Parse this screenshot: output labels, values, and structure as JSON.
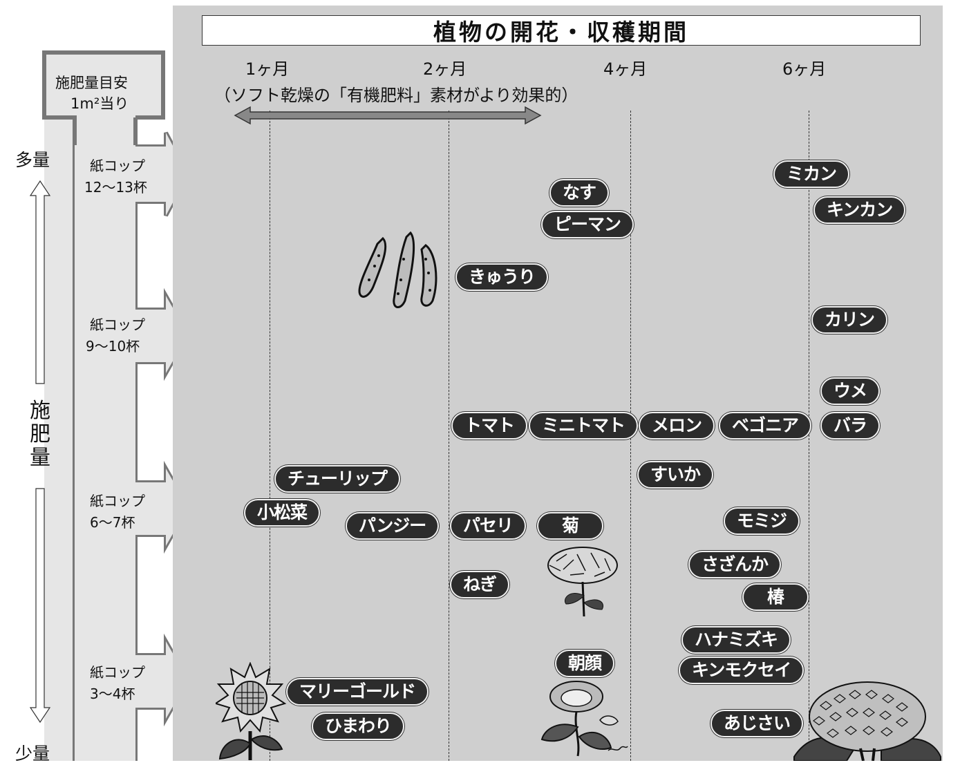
{
  "title": "植物の開花・収穫期間",
  "months": [
    "1ヶ月",
    "2ヶ月",
    "4ヶ月",
    "6ヶ月"
  ],
  "note": "（ソフト乾燥の「有機肥料」素材がより効果的）",
  "header": {
    "line1": "施肥量目安",
    "line2": "1m²当り"
  },
  "axis": {
    "top": "多量",
    "middle": "施肥量",
    "bottom": "少量"
  },
  "cups": [
    {
      "line1": "紙コップ",
      "line2": "12～13杯"
    },
    {
      "line1": "紙コップ",
      "line2": "9～10杯"
    },
    {
      "line1": "紙コップ",
      "line2": "6～7杯"
    },
    {
      "line1": "紙コップ",
      "line2": "3～4杯"
    }
  ],
  "plants": [
    "ミカン",
    "なす",
    "キンカン",
    "ピーマン",
    "きゅうり",
    "カリン",
    "ウメ",
    "トマト",
    "ミニトマト",
    "メロン",
    "ベゴニア",
    "バラ",
    "チューリップ",
    "すいか",
    "小松菜",
    "パンジー",
    "パセリ",
    "菊",
    "モミジ",
    "さざんか",
    "ねぎ",
    "椿",
    "ハナミズキ",
    "朝顔",
    "キンモクセイ",
    "マリーゴールド",
    "ひまわり",
    "あじさい"
  ],
  "icons": [
    "cucumber-icon",
    "chrysanthemum-icon",
    "sunflower-icon",
    "morning-glory-icon",
    "hydrangea-icon"
  ],
  "colors": {
    "panel": "#cfcfcf",
    "pill": "#2c2c2c",
    "pill_text": "#ffffff",
    "bar": "#e6e6e6"
  }
}
